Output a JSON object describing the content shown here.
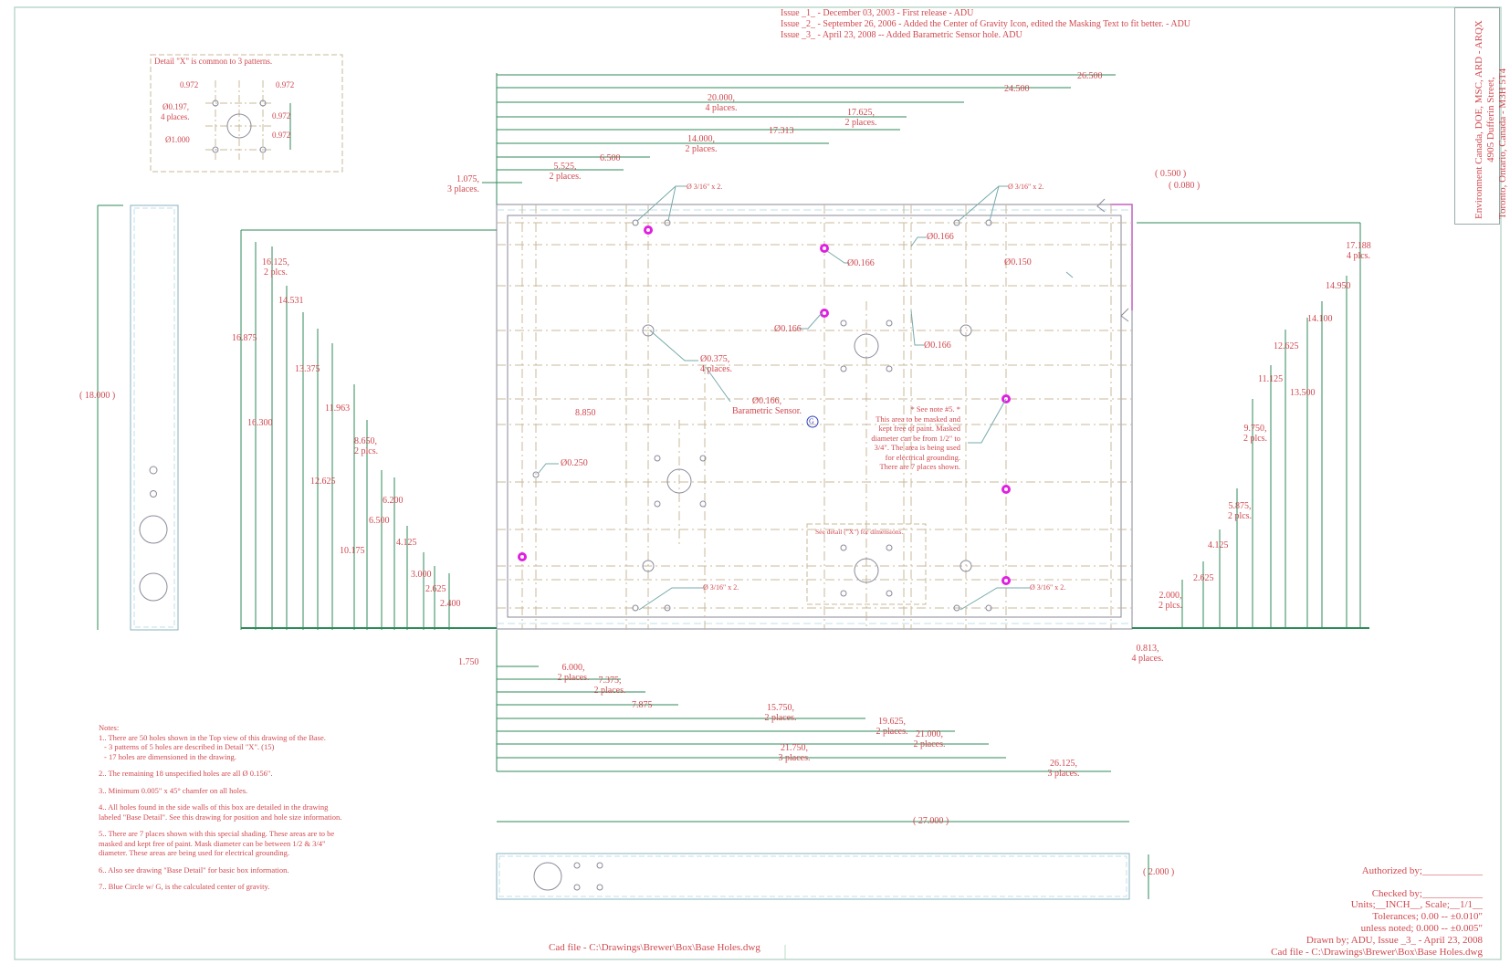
{
  "issues": [
    "Issue _1_ - December 03, 2003 - First release - ADU",
    "Issue _2_ - September 26, 2006 - Added the Center of Gravity Icon, edited the Masking Text to fit better. - ADU",
    "Issue _3_ - April 23, 2008 -- Added Barametric Sensor hole. ADU"
  ],
  "address": {
    "line1": "Environment Canada, DOE, MSC, ARD - ARQX",
    "line2": "4905 Dufferin Street,",
    "line3": "Toronto, Ontario, Canada - M3H 5T4"
  },
  "detail_x": {
    "title": "Detail \"X\" is common to 3 patterns.",
    "dim_left": "0.972",
    "dim_right": "0.972",
    "dim_v1": "0.972",
    "dim_v2": "0.972",
    "small_holes": "Ø0.197,",
    "small_holes_places": "4 places.",
    "big_hole": "Ø1.000"
  },
  "side_view": {
    "height_label": "( 18.000 )"
  },
  "top_dims": [
    {
      "value": "26.500",
      "places": ""
    },
    {
      "value": "24.500",
      "places": ""
    },
    {
      "value": "20.000,",
      "places": "4 places."
    },
    {
      "value": "17.625,",
      "places": "2 places."
    },
    {
      "value": "17.313",
      "places": ""
    },
    {
      "value": "14.000,",
      "places": "2 places."
    },
    {
      "value": "6.500",
      "places": ""
    },
    {
      "value": "5.525,",
      "places": "2 places."
    },
    {
      "value": "1.075,",
      "places": "3 places."
    }
  ],
  "left_dims": [
    {
      "value": "16.875",
      "places": ""
    },
    {
      "value": "16.300",
      "places": ""
    },
    {
      "value": "16.125,",
      "places": "2 plcs."
    },
    {
      "value": "14.531",
      "places": ""
    },
    {
      "value": "13.375",
      "places": ""
    },
    {
      "value": "12.625",
      "places": ""
    },
    {
      "value": "11.963",
      "places": ""
    },
    {
      "value": "10.175",
      "places": ""
    },
    {
      "value": "8.650,",
      "places": "2 plcs."
    },
    {
      "value": "6.500",
      "places": ""
    },
    {
      "value": "6.200",
      "places": ""
    },
    {
      "value": "4.125",
      "places": ""
    },
    {
      "value": "3.000",
      "places": ""
    },
    {
      "value": "2.625",
      "places": ""
    },
    {
      "value": "2.400",
      "places": ""
    }
  ],
  "right_dims": [
    {
      "value": "( 0.500 )",
      "places": ""
    },
    {
      "value": "( 0.080 )",
      "places": ""
    },
    {
      "value": "17.188",
      "places": "4 plcs."
    },
    {
      "value": "14.950",
      "places": ""
    },
    {
      "value": "14.100",
      "places": ""
    },
    {
      "value": "13.500",
      "places": ""
    },
    {
      "value": "12.625",
      "places": ""
    },
    {
      "value": "11.125",
      "places": ""
    },
    {
      "value": "9.750,",
      "places": "2 plcs."
    },
    {
      "value": "5.875,",
      "places": "2 plcs."
    },
    {
      "value": "4.125",
      "places": ""
    },
    {
      "value": "2.625",
      "places": ""
    },
    {
      "value": "2.000,",
      "places": "2 plcs."
    },
    {
      "value": "0.813,",
      "places": "4 places."
    }
  ],
  "bottom_dims": [
    {
      "value": "1.750",
      "places": ""
    },
    {
      "value": "6.000,",
      "places": "2 places."
    },
    {
      "value": "7.375,",
      "places": "2 places."
    },
    {
      "value": "7.875",
      "places": ""
    },
    {
      "value": "15.750,",
      "places": "2 places."
    },
    {
      "value": "19.625,",
      "places": "2 places."
    },
    {
      "value": "21.000,",
      "places": "2 places."
    },
    {
      "value": "21.750,",
      "places": "3 places."
    },
    {
      "value": "26.125,",
      "places": "3 places."
    }
  ],
  "callouts": {
    "hole_316_a": "Ø 3/16\" x 2.",
    "hole_316_b": "Ø 3/16\" x 2.",
    "hole_316_c": "Ø 3/16\" x 2.",
    "hole_316_d": "Ø 3/16\" x 2.",
    "d0166_a": "Ø0.166",
    "d0166_b": "Ø0.166",
    "d0166_c": "Ø0.166",
    "d0166_d": "Ø0.166",
    "d0150": "Ø0.150",
    "d0375": "Ø0.375,",
    "d0375_places": "4 places.",
    "baro": "Ø0.166,",
    "baro_label": "Barametric Sensor.",
    "dim_8850": "8.850",
    "d0250": "Ø0.250",
    "see_detail": "See detail (\"X\") for dimensions.",
    "cog_symbol": "G"
  },
  "mask_note": [
    "* See note #5. *",
    "This area to be masked and",
    "kept free of paint. Masked",
    "diameter can be from 1/2\" to",
    "3/4\". The area is being used",
    "for electrical grounding.",
    "There are 7 places shown."
  ],
  "front_view": {
    "width_label": "( 27.000 )",
    "height_label": "( 2.000 )"
  },
  "notes": {
    "title": "Notes:",
    "items": [
      "1.. There are 50 holes shown in the Top view of this drawing of the Base.",
      "- 3 patterns of 5 holes are described in Detail \"X\". (15)",
      "- 17 holes are dimensioned in the drawing.",
      "2.. The remaining 18 unspecified holes are all Ø 0.156\".",
      "3.. Minimum 0.005\" x 45° chamfer on all holes.",
      "4.. All holes found in the side walls of this box are detailed in the drawing labeled \"Base Detail\". See this drawing for position and hole size information.",
      "5.. There are 7 places shown with this special shading. These areas are to be masked and kept free of paint. Mask diameter can be between 1/2 & 3/4\" diameter. These areas are being used for electrical grounding.",
      "6.. Also see drawing \"Base Detail\" for basic box information.",
      "7.. Blue Circle w/ G, is the calculated center of gravity."
    ]
  },
  "title_block": {
    "authorized": "Authorized by;____________",
    "checked": "Checked by;____________",
    "units": "Units;__INCH__, Scale;__1/1__",
    "tolerances": "Tolerances;   0.00  --  ±0.010\"",
    "unless": "unless noted;  0.000  --  ±0.005\"",
    "drawn": "Drawn by;  ADU, Issue _3_ - April 23, 2008",
    "cad_file": "Cad file - C:\\Drawings\\Brewer\\Box\\Base Holes.dwg"
  },
  "bottom_cad_file": "Cad file - C:\\Drawings\\Brewer\\Box\\Base Holes.dwg",
  "colors": {
    "text": "#d0484f",
    "dim_line": "#2f8a5a",
    "outline": "#8a8a9a",
    "center": "#c8b89a",
    "mask": "#e020e0",
    "cog": "#3040c0"
  }
}
